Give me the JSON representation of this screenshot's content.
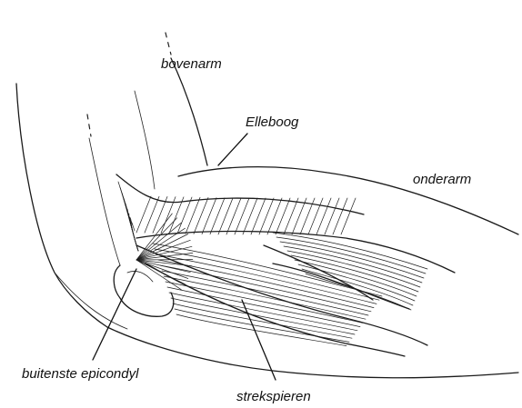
{
  "labels": {
    "upper_arm": "bovenarm",
    "elbow": "Elleboog",
    "forearm": "onderarm",
    "lateral_epicondyle": "buitenste epicondyl",
    "extensors": "strekspieren"
  },
  "colors": {
    "ink": "#1a1a1a",
    "paper": "#ffffff"
  }
}
